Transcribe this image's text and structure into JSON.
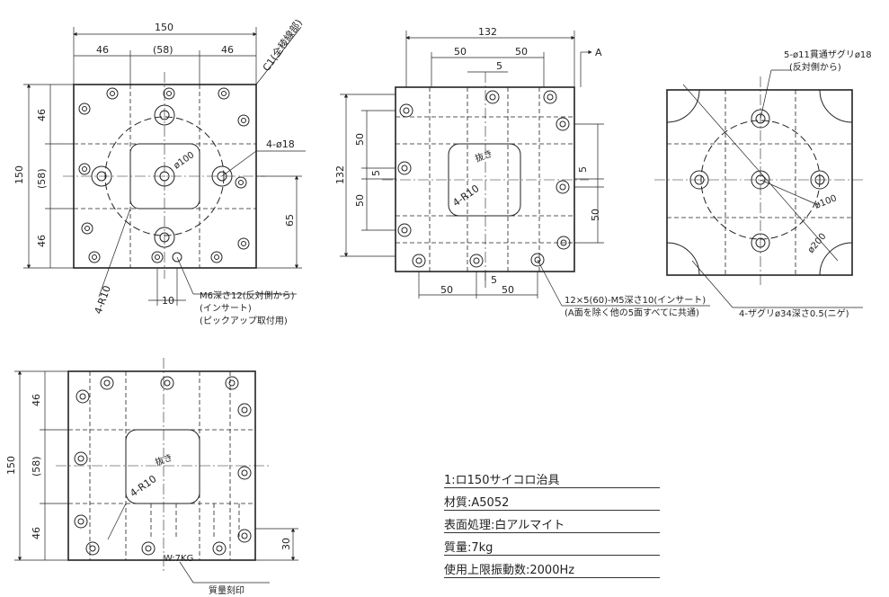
{
  "views": {
    "top_left": {
      "dims": {
        "width": "150",
        "left": "46",
        "center": "(58)",
        "right": "46",
        "height": "150",
        "side_top": "46",
        "side_mid": "(58)",
        "side_bot": "46",
        "right_65": "65",
        "bottom_10": "10"
      },
      "notes": {
        "chamfer": "C1(全稜線部)",
        "hole18": "4-ø18",
        "dia100": "ø100",
        "r10": "4-R10",
        "m6_1": "M6深さ12(反対側から)",
        "m6_2": "(インサート)",
        "m6_3": "(ピックアップ取付用)"
      }
    },
    "top_mid": {
      "dims": {
        "width": "132",
        "top_50a": "50",
        "top_50b": "50",
        "top_5": "5",
        "arrow_a": "A",
        "left_132": "132",
        "left_50a": "50",
        "left_5": "5",
        "left_50b": "50",
        "right_5": "5",
        "right_50": "50",
        "bot_50a": "50",
        "bot_5": "5",
        "bot_50b": "50"
      },
      "notes": {
        "nuki": "抜き",
        "r10": "4-R10",
        "m5_1": "12×5(60)-M5深さ10(インサート)",
        "m5_2": "(A面を除く他の5面すべてに共通)"
      }
    },
    "top_right": {
      "notes": {
        "hole11_1": "5-ø11貫通ザグリø18",
        "hole11_2": "(反対側から)",
        "dia100": "ø100",
        "dia200": "ø200",
        "zaguri": "4-ザグリø34深さ0.5(ニゲ)"
      }
    },
    "bottom_left": {
      "dims": {
        "height": "150",
        "side_top": "46",
        "side_mid": "(58)",
        "side_bot": "46",
        "right_30": "30"
      },
      "notes": {
        "nuki": "抜き",
        "r10": "4-R10",
        "weight_mark": "W:7KG",
        "mark_label": "質量刻印"
      }
    }
  },
  "title_block": {
    "line1": "1:ロ150サイコロ治具",
    "line2": "材質:A5052",
    "line3": "表面処理:白アルマイト",
    "line4": "質量:7kg",
    "line5": "使用上限振動数:2000Hz"
  },
  "colors": {
    "ink": "#222222",
    "paper": "#ffffff"
  }
}
